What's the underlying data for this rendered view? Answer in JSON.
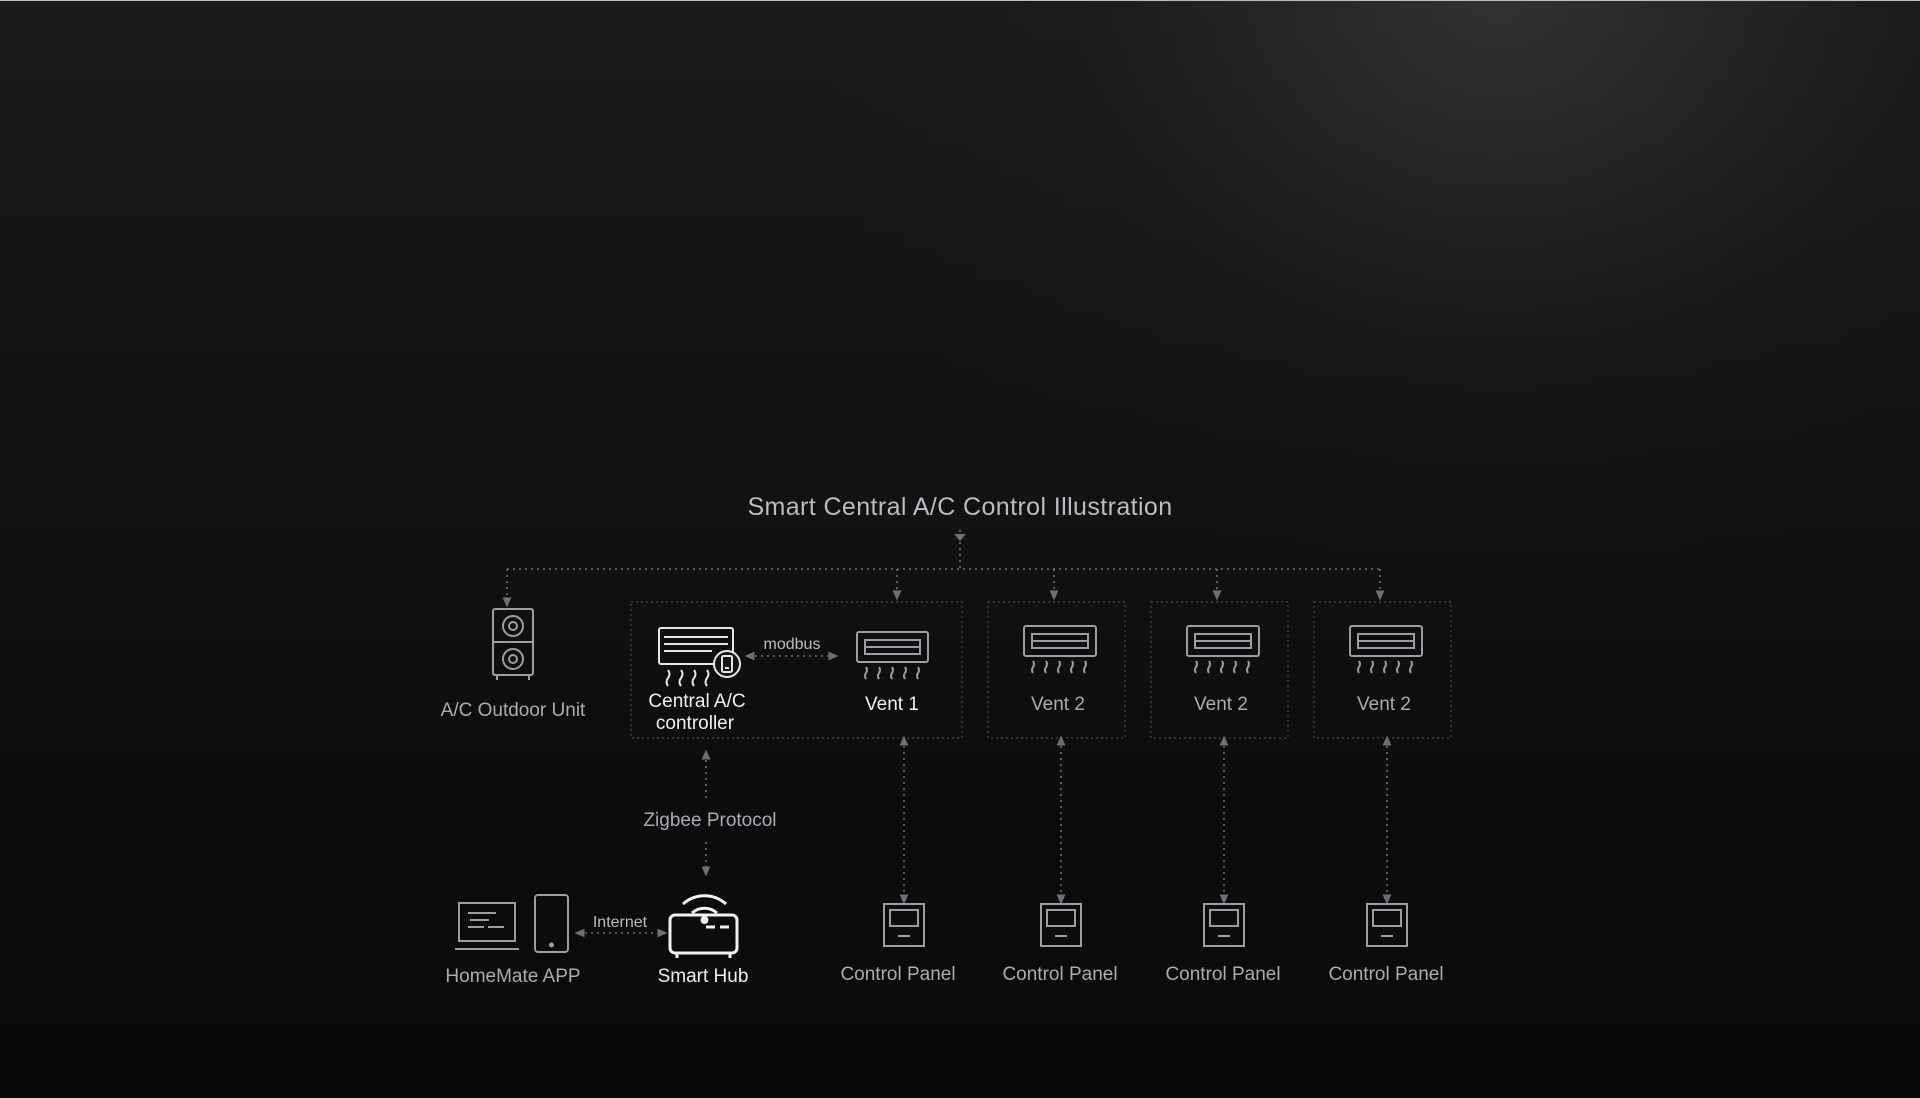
{
  "title": "Smart Central A/C Control Illustration",
  "nodes": {
    "outdoor_unit": "A/C Outdoor Unit",
    "controller_line1": "Central A/C",
    "controller_line2": "controller",
    "vent1": "Vent 1",
    "vent2a": "Vent 2",
    "vent2b": "Vent 2",
    "vent2c": "Vent 2",
    "app": "HomeMate APP",
    "hub": "Smart Hub",
    "panel1": "Control Panel",
    "panel2": "Control Panel",
    "panel3": "Control Panel",
    "panel4": "Control Panel"
  },
  "connections": {
    "modbus": "modbus",
    "zigbee": "Zigbee Protocol",
    "internet": "Internet"
  },
  "colors": {
    "line": "#6c6f75",
    "icon": "#9a9da3",
    "hub_icon": "#f2f2f2"
  }
}
